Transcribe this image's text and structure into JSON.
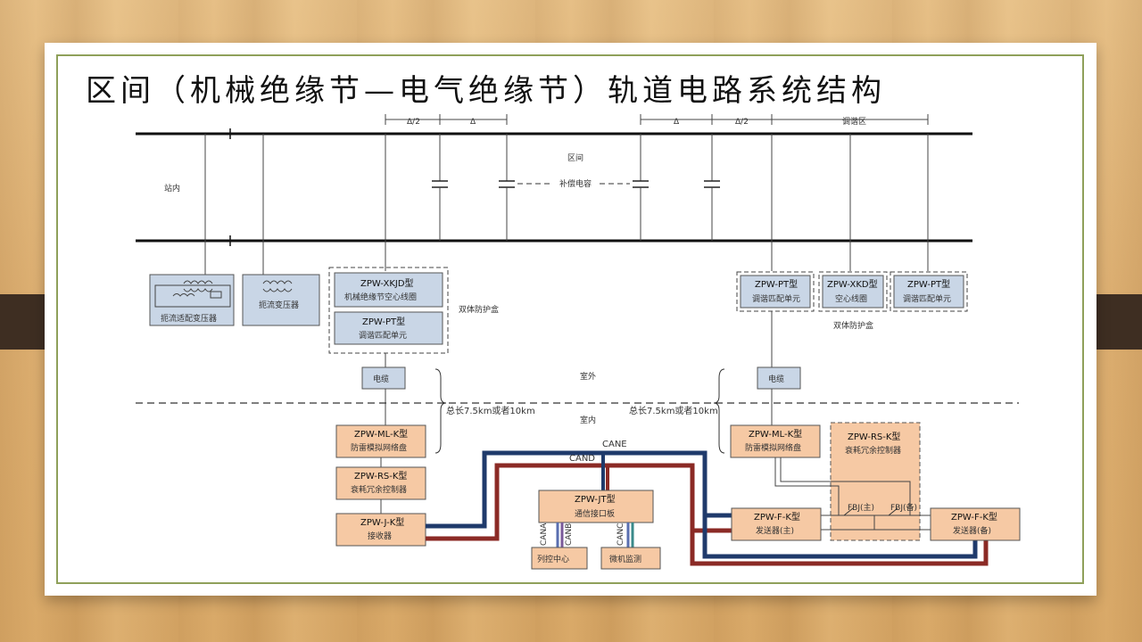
{
  "title": "区间（机械绝缘节—电气绝缘节）轨道电路系统结构",
  "labels": {
    "delta_half_1": "Δ/2",
    "delta_1": "Δ",
    "delta_2": "Δ",
    "delta_half_2": "Δ/2",
    "tuning_zone": "调谐区",
    "station_inside": "站内",
    "section": "区间",
    "compensation_cap": "补偿电容",
    "outdoor": "室外",
    "indoor": "室内",
    "total_length_left": "总长7.5km或者10km",
    "total_length_right": "总长7.5km或者10km",
    "double_shield_left": "双体防护盒",
    "double_shield_right": "双体防护盒",
    "cane": "CANE",
    "cand": "CAND",
    "fbj_main": "FBJ(主)",
    "fbj_backup": "FBJ(备)",
    "bus_cana": "CANA",
    "bus_canb": "CANB",
    "bus_canc": "CANC"
  },
  "boxes": {
    "adj_transformer": "扼流适配变压器",
    "choke_transformer": "扼流变压器",
    "xkjd_model": "ZPW-XKJD型",
    "xkjd_desc": "机械绝缘节空心线圈",
    "pt_left_model": "ZPW-PT型",
    "pt_left_desc": "调谐匹配单元",
    "cable_left": "电缆",
    "pt_right_model": "ZPW-PT型",
    "pt_right_desc": "调谐匹配单元",
    "xkd_model": "ZPW-XKD型",
    "xkd_desc": "空心线圈",
    "pt_far_model": "ZPW-PT型",
    "pt_far_desc": "调谐匹配单元",
    "cable_right": "电缆",
    "ml_left_model": "ZPW-ML-K型",
    "ml_left_desc": "防雷模拟网络盘",
    "rs_left_model": "ZPW-RS-K型",
    "rs_left_desc": "衰耗冗余控制器",
    "j_model": "ZPW-J-K型",
    "j_desc": "接收器",
    "jt_model": "ZPW-JT型",
    "jt_desc": "通信接口板",
    "train_center": "列控中心",
    "micro_monitor": "微机监测",
    "ml_right_model": "ZPW-ML-K型",
    "ml_right_desc": "防雷模拟网络盘",
    "rs_right_model": "ZPW-RS-K型",
    "rs_right_desc": "衰耗冗余控制器",
    "f_main_model": "ZPW-F-K型",
    "f_main_desc": "发送器(主)",
    "f_backup_model": "ZPW-F-K型",
    "f_backup_desc": "发送器(备)"
  },
  "colors": {
    "blue_box": "#c9d6e6",
    "orange_box": "#f6c9a4",
    "can_e_wire": "#1f3a6b",
    "can_d_wire": "#8b2a25",
    "frame_border": "#8fa05a"
  }
}
